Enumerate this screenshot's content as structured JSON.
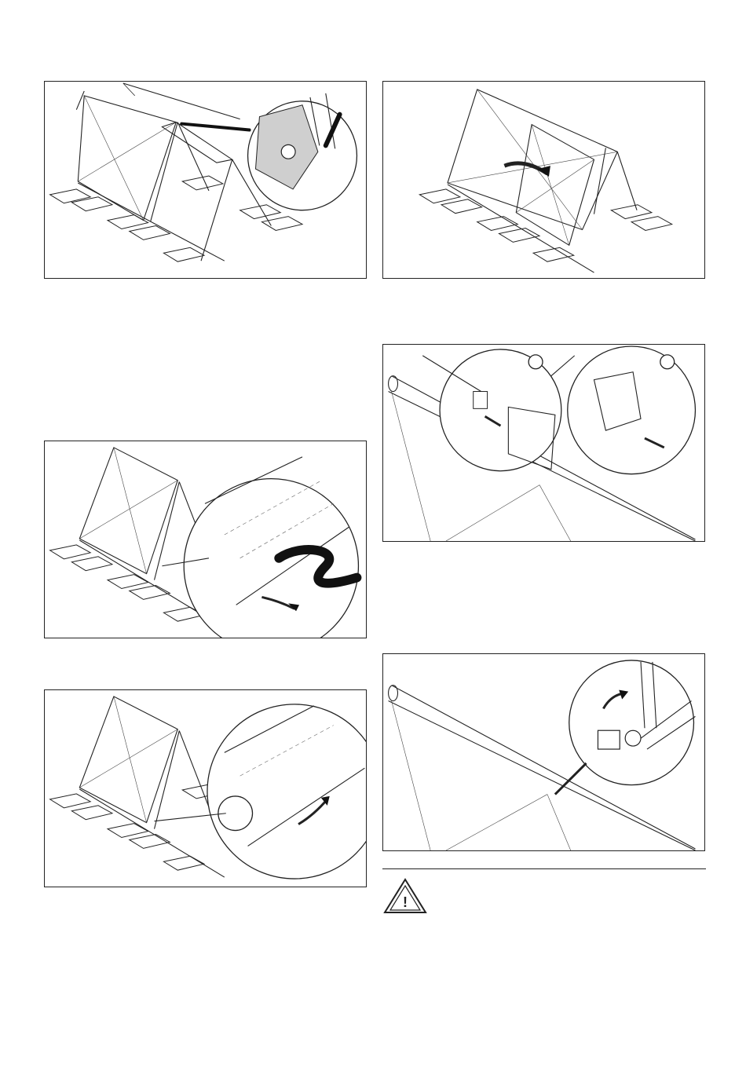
{
  "figures": [
    {
      "id": "fig-1",
      "description_icons": [
        "solar-collector-icon",
        "support-frame-icon",
        "concrete-block-icon",
        "magnifier-detail-icon"
      ]
    },
    {
      "id": "fig-2",
      "description_icons": [
        "solar-collector-icon",
        "rotate-arrow-icon"
      ]
    },
    {
      "id": "fig-3",
      "description_icons": [
        "solar-collector-icon",
        "magnifier-detail-icon",
        "hose-icon"
      ]
    },
    {
      "id": "fig-4",
      "description_icons": [
        "collector-header-icon",
        "magnifier-detail-icon",
        "push-arrow-icon"
      ]
    },
    {
      "id": "fig-5",
      "description_icons": [
        "solar-collector-icon",
        "magnifier-detail-icon",
        "rotate-arrow-icon"
      ]
    },
    {
      "id": "fig-6",
      "description_icons": [
        "collector-header-icon",
        "magnifier-detail-icon",
        "nut-icon",
        "rotate-arrow-icon"
      ]
    }
  ],
  "warning": {
    "icon": "warning-triangle-icon",
    "symbol": "!"
  }
}
